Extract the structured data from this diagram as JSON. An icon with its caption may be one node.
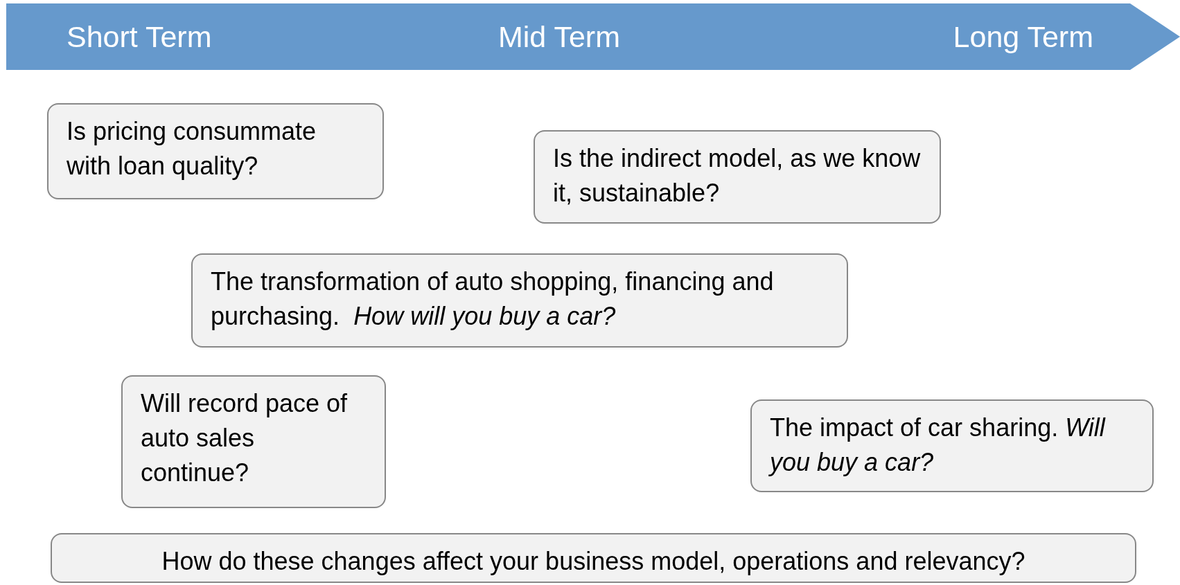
{
  "diagram": {
    "nodes": [
      {
        "text": [
          "Short Term",
          "Mid Term",
          "Long Term"
        ]
      },
      {
        "text": [
          "Is pricing consummate with loan quality?"
        ]
      },
      {
        "text": [
          "Is the indirect model, as we know it, sustainable?"
        ]
      },
      {
        "text": [
          "The transformation of auto shopping, financing and purchasing.  *How will you buy a car?*"
        ]
      },
      {
        "text": [
          "Will record pace of auto sales continue?"
        ]
      },
      {
        "text": [
          "The impact of car sharing. *Will you buy a car?*"
        ]
      },
      {
        "text": [
          "How do these changes affect your business model, operations and relevancy?"
        ]
      }
    ]
  }
}
